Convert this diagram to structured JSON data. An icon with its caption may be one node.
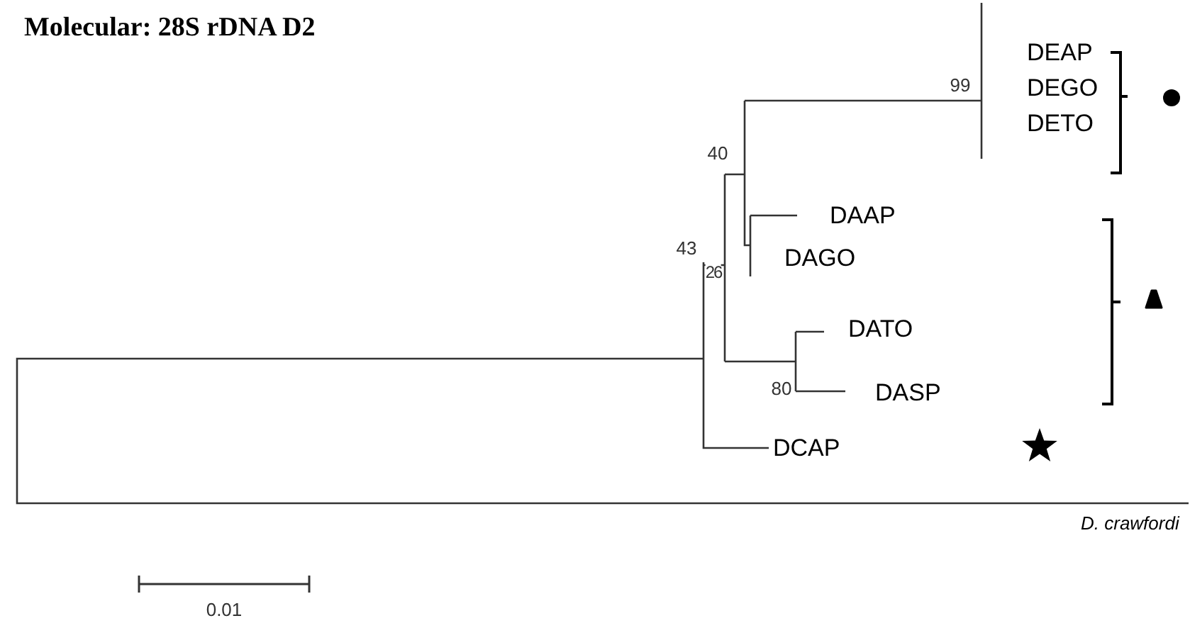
{
  "diagram": {
    "title": "Molecular: 28S rDNA D2",
    "labels": [
      "99",
      "DEAP",
      "DEGO",
      "DETO",
      "40",
      "DAAP",
      "43",
      "DAGO",
      "26",
      "DATO",
      "80",
      "DASP",
      "DCAP",
      "D. crawfordi",
      "0.01"
    ]
  }
}
